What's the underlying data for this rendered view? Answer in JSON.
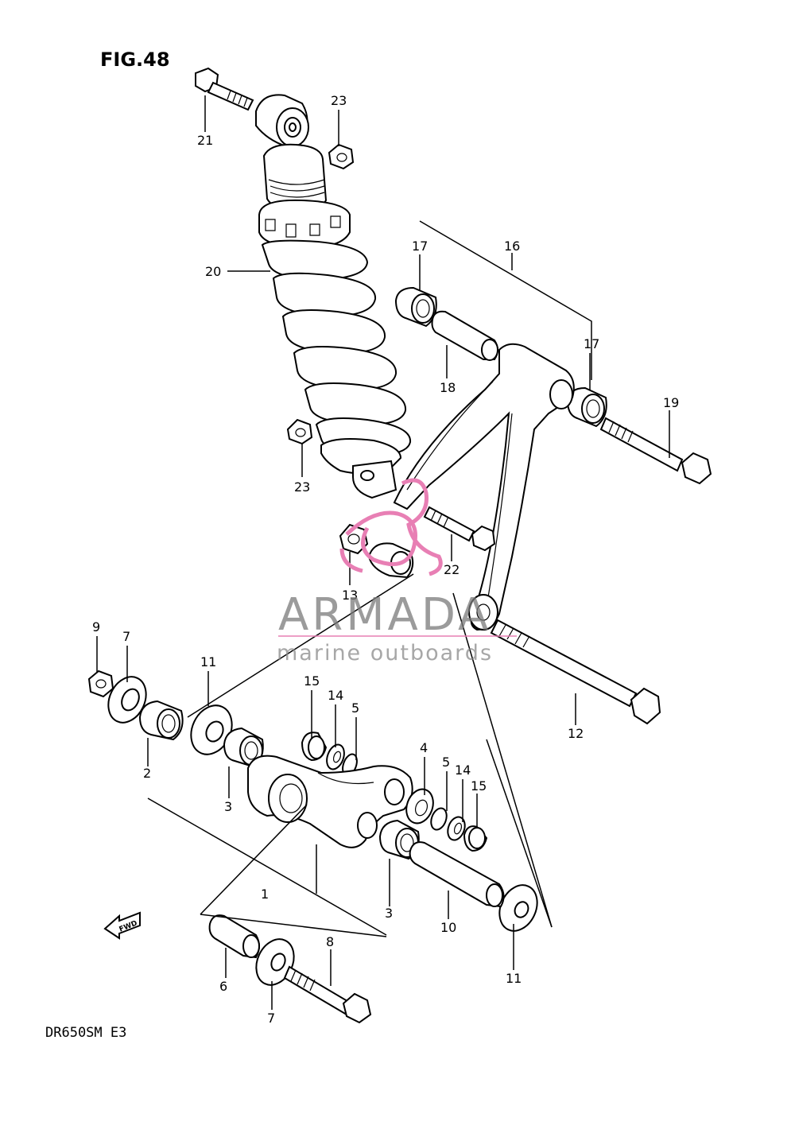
{
  "figure": {
    "title": "FIG.48",
    "model": "DR650SM E3"
  },
  "watermark": {
    "brand": "ARMADA",
    "tagline": "marine outboards",
    "accent_color": "#e87fb4",
    "text_color": "#808080"
  },
  "callouts": {
    "c1": "1",
    "c2": "2",
    "c3a": "3",
    "c3b": "3",
    "c4": "4",
    "c5a": "5",
    "c5b": "5",
    "c6": "6",
    "c7a": "7",
    "c7b": "7",
    "c8": "8",
    "c9": "9",
    "c10": "10",
    "c11a": "11",
    "c11b": "11",
    "c12": "12",
    "c13": "13",
    "c14a": "14",
    "c14b": "14",
    "c15a": "15",
    "c15b": "15",
    "c16": "16",
    "c17a": "17",
    "c17b": "17",
    "c18": "18",
    "c19": "19",
    "c20": "20",
    "c21": "21",
    "c22": "22",
    "c23a": "23",
    "c23b": "23"
  },
  "fwd_label": "FWD"
}
